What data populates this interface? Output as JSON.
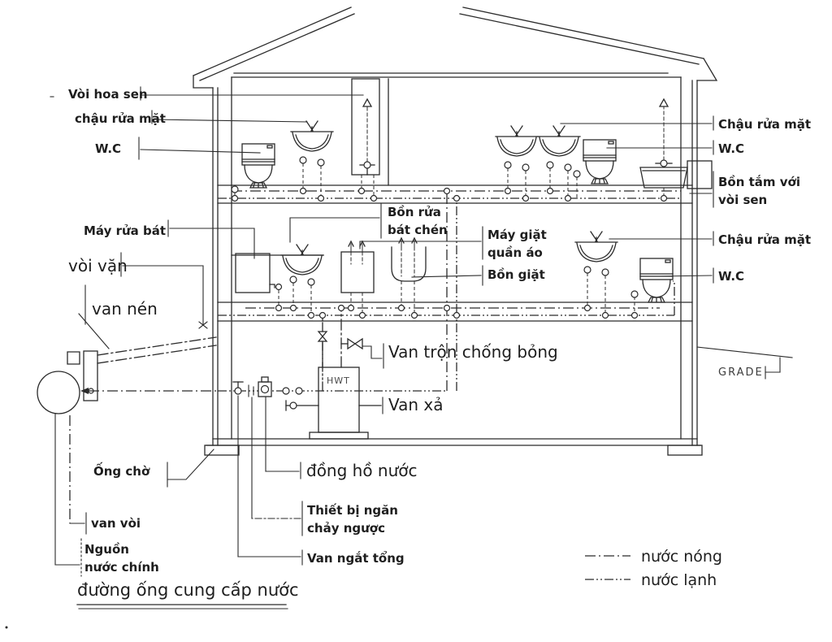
{
  "diagram": {
    "title": "đường ống cung cấp nước",
    "tank_label": "HWT",
    "grade_label": "GRADE",
    "legend": {
      "hot_label": "nước nóng",
      "cold_label": "nước lạnh"
    },
    "labels": {
      "shower_head": "Vòi hoa sen",
      "washbasin_top_left": "chậu rửa mặt",
      "wc_top_left": "W.C",
      "dishwasher": "Máy rửa bát",
      "twist_tap": "vòi vặn",
      "pressure_valve": "van nén",
      "kitchen_sink_1": "Bồn rửa",
      "kitchen_sink_2": "bát chén",
      "washing_machine_1": "Máy giặt",
      "washing_machine_2": "quần áo",
      "laundry_tub": "Bồn giặt",
      "washbasin_top_right": "Chậu rửa mặt",
      "wc_top_right": "W.C",
      "bathtub_1": "Bồn tắm với",
      "bathtub_2": "vòi sen",
      "washbasin_mid_right": "Chậu rửa mặt",
      "wc_mid_right": "W.C",
      "mixing_valve": "Van trộn chống bỏng",
      "drain_valve": "Van xả",
      "stub_pipe": "Ống chờ",
      "faucet_valve": "van vòi",
      "main_source_1": "Nguồn",
      "main_source_2": "nước chính",
      "water_meter": "đồng hồ nước",
      "backflow_1": "Thiết bị ngăn",
      "backflow_2": "chảy ngược",
      "main_shutoff": "Van ngắt tổng"
    },
    "colors": {
      "ink": "#2b2b2b",
      "paper": "#ffffff"
    }
  }
}
